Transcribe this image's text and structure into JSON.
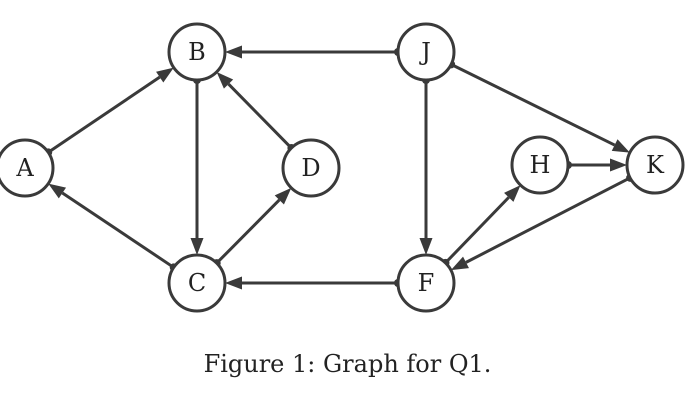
{
  "caption": "Figure 1: Graph for Q1.",
  "colors": {
    "stroke": "#3a3a3a",
    "node_fill": "#ffffff",
    "text": "#222222"
  },
  "nodes": [
    {
      "id": "A",
      "label": "A"
    },
    {
      "id": "B",
      "label": "B"
    },
    {
      "id": "C",
      "label": "C"
    },
    {
      "id": "D",
      "label": "D"
    },
    {
      "id": "J",
      "label": "J"
    },
    {
      "id": "H",
      "label": "H"
    },
    {
      "id": "K",
      "label": "K"
    },
    {
      "id": "F",
      "label": "F"
    }
  ],
  "edges": [
    {
      "from": "A",
      "to": "B"
    },
    {
      "from": "B",
      "to": "C"
    },
    {
      "from": "C",
      "to": "A"
    },
    {
      "from": "C",
      "to": "D"
    },
    {
      "from": "D",
      "to": "B"
    },
    {
      "from": "J",
      "to": "B"
    },
    {
      "from": "J",
      "to": "F"
    },
    {
      "from": "J",
      "to": "K"
    },
    {
      "from": "H",
      "to": "K"
    },
    {
      "from": "K",
      "to": "F"
    },
    {
      "from": "F",
      "to": "H"
    },
    {
      "from": "F",
      "to": "C"
    }
  ]
}
